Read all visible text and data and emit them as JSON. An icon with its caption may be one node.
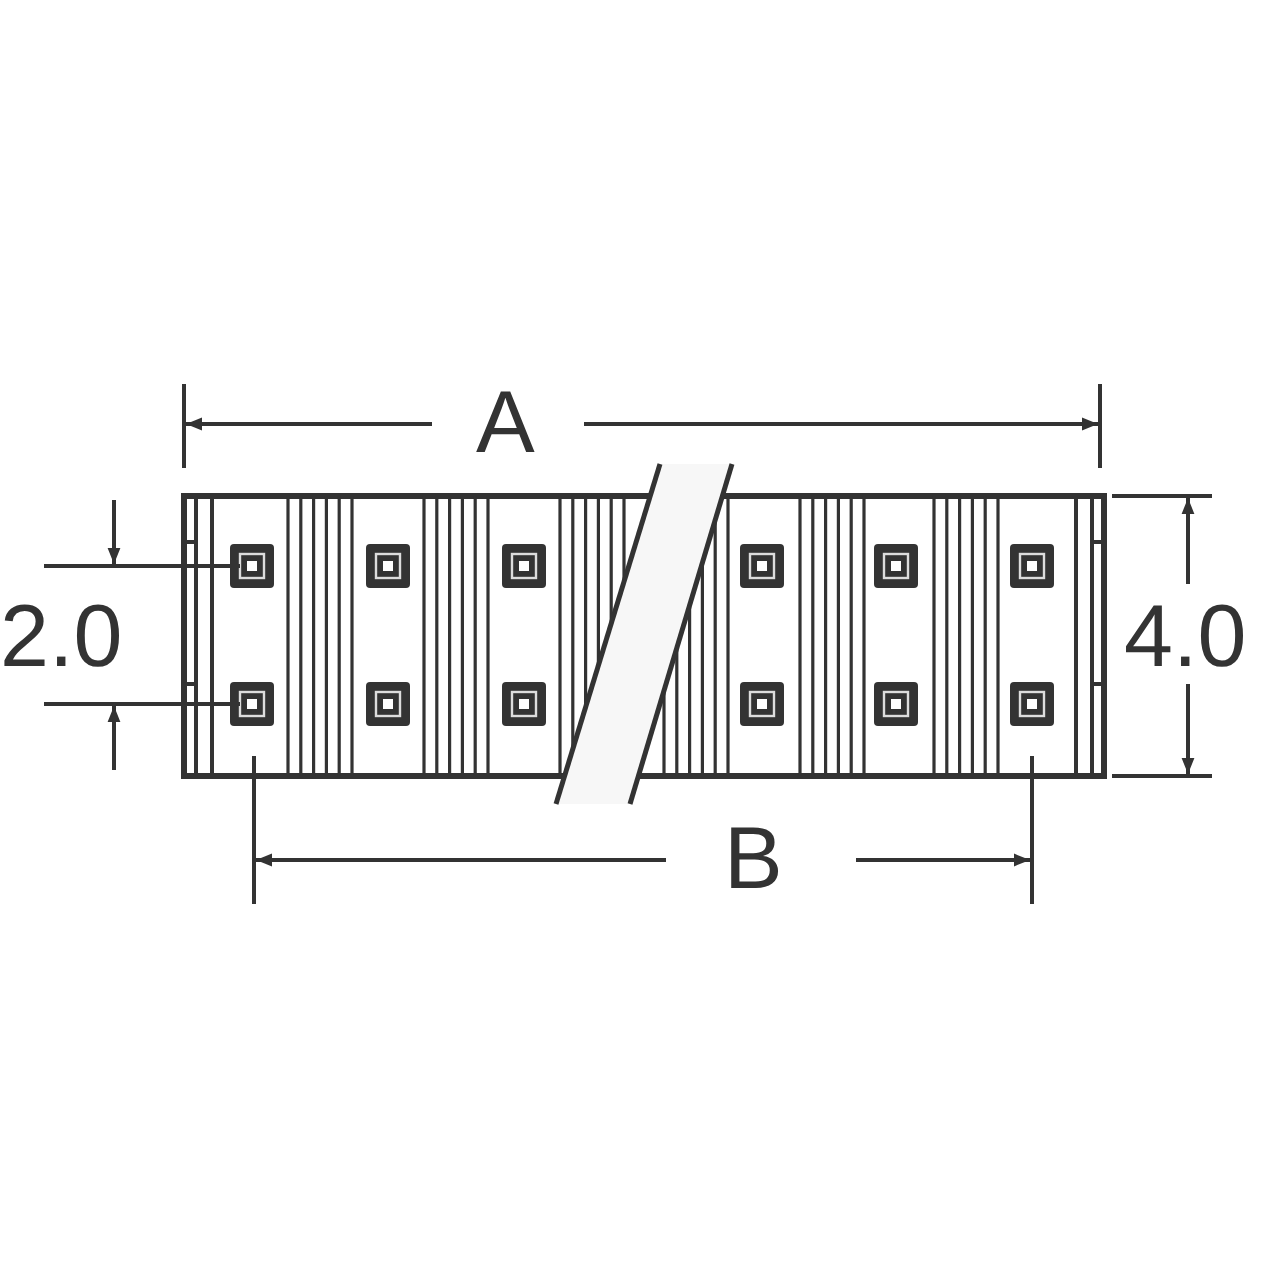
{
  "diagram": {
    "labels": [
      "A",
      "2.0",
      "4.0",
      "B"
    ]
  }
}
